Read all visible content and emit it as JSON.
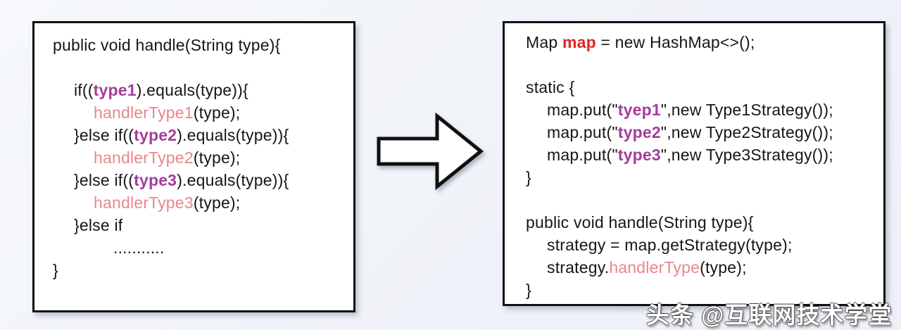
{
  "colors": {
    "black": "#161616",
    "purple": "#a53c9c",
    "salmon": "#e9868e",
    "red": "#e52420"
  },
  "left_box": {
    "description": "if-else chain code",
    "lines": [
      {
        "indent": 0,
        "segments": [
          {
            "text": "public void handle(String type){",
            "color": "black"
          }
        ]
      },
      {
        "indent": 0,
        "segments": []
      },
      {
        "indent": 1,
        "segments": [
          {
            "text": "if((",
            "color": "black"
          },
          {
            "text": "type1",
            "color": "purple",
            "bold": true
          },
          {
            "text": ").equals(type)){",
            "color": "black"
          }
        ]
      },
      {
        "indent": 2,
        "segments": [
          {
            "text": "handlerType1",
            "color": "salmon"
          },
          {
            "text": "(type);",
            "color": "black"
          }
        ]
      },
      {
        "indent": 1,
        "segments": [
          {
            "text": "}else if((",
            "color": "black"
          },
          {
            "text": "type2",
            "color": "purple",
            "bold": true
          },
          {
            "text": ").equals(type)){",
            "color": "black"
          }
        ]
      },
      {
        "indent": 2,
        "segments": [
          {
            "text": "handlerType2",
            "color": "salmon"
          },
          {
            "text": "(type);",
            "color": "black"
          }
        ]
      },
      {
        "indent": 1,
        "segments": [
          {
            "text": "}else if((",
            "color": "black"
          },
          {
            "text": "type3",
            "color": "purple",
            "bold": true
          },
          {
            "text": ").equals(type)){",
            "color": "black"
          }
        ]
      },
      {
        "indent": 2,
        "segments": [
          {
            "text": "handlerType3",
            "color": "salmon"
          },
          {
            "text": "(type);",
            "color": "black"
          }
        ]
      },
      {
        "indent": 1,
        "segments": [
          {
            "text": "}else if",
            "color": "black"
          }
        ]
      },
      {
        "indent": 3,
        "segments": [
          {
            "text": "...........",
            "color": "black"
          }
        ]
      },
      {
        "indent": 0,
        "segments": [
          {
            "text": "}",
            "color": "black"
          }
        ]
      }
    ]
  },
  "right_box": {
    "description": "strategy map code",
    "lines": [
      {
        "indent": 0,
        "segments": [
          {
            "text": "Map ",
            "color": "black"
          },
          {
            "text": "map",
            "color": "red",
            "bold": true
          },
          {
            "text": " = new HashMap<>();",
            "color": "black"
          }
        ]
      },
      {
        "indent": 0,
        "segments": []
      },
      {
        "indent": 0,
        "segments": [
          {
            "text": "static {",
            "color": "black"
          }
        ]
      },
      {
        "indent": 1,
        "segments": [
          {
            "text": "map.put(\"",
            "color": "black"
          },
          {
            "text": "tyep1",
            "color": "purple",
            "bold": true
          },
          {
            "text": "\",new Type1Strategy());",
            "color": "black"
          }
        ]
      },
      {
        "indent": 1,
        "segments": [
          {
            "text": "map.put(\"",
            "color": "black"
          },
          {
            "text": "type2",
            "color": "purple",
            "bold": true
          },
          {
            "text": "\",new Type2Strategy());",
            "color": "black"
          }
        ]
      },
      {
        "indent": 1,
        "segments": [
          {
            "text": "map.put(\"",
            "color": "black"
          },
          {
            "text": "type3",
            "color": "purple",
            "bold": true
          },
          {
            "text": "\",new Type3Strategy());",
            "color": "black"
          }
        ]
      },
      {
        "indent": 0,
        "segments": [
          {
            "text": "}",
            "color": "black"
          }
        ]
      },
      {
        "indent": 0,
        "segments": []
      },
      {
        "indent": 0,
        "segments": [
          {
            "text": "public void handle(String type){",
            "color": "black"
          }
        ]
      },
      {
        "indent": 1,
        "segments": [
          {
            "text": "strategy = map.getStrategy(type);",
            "color": "black"
          }
        ]
      },
      {
        "indent": 1,
        "segments": [
          {
            "text": "strategy.",
            "color": "black"
          },
          {
            "text": "handlerType",
            "color": "salmon"
          },
          {
            "text": "(type);",
            "color": "black"
          }
        ]
      },
      {
        "indent": 0,
        "segments": [
          {
            "text": "}",
            "color": "black"
          }
        ]
      }
    ]
  },
  "arrow": {
    "direction": "right"
  },
  "watermark": {
    "text": "头条 @互联网技术学堂"
  }
}
